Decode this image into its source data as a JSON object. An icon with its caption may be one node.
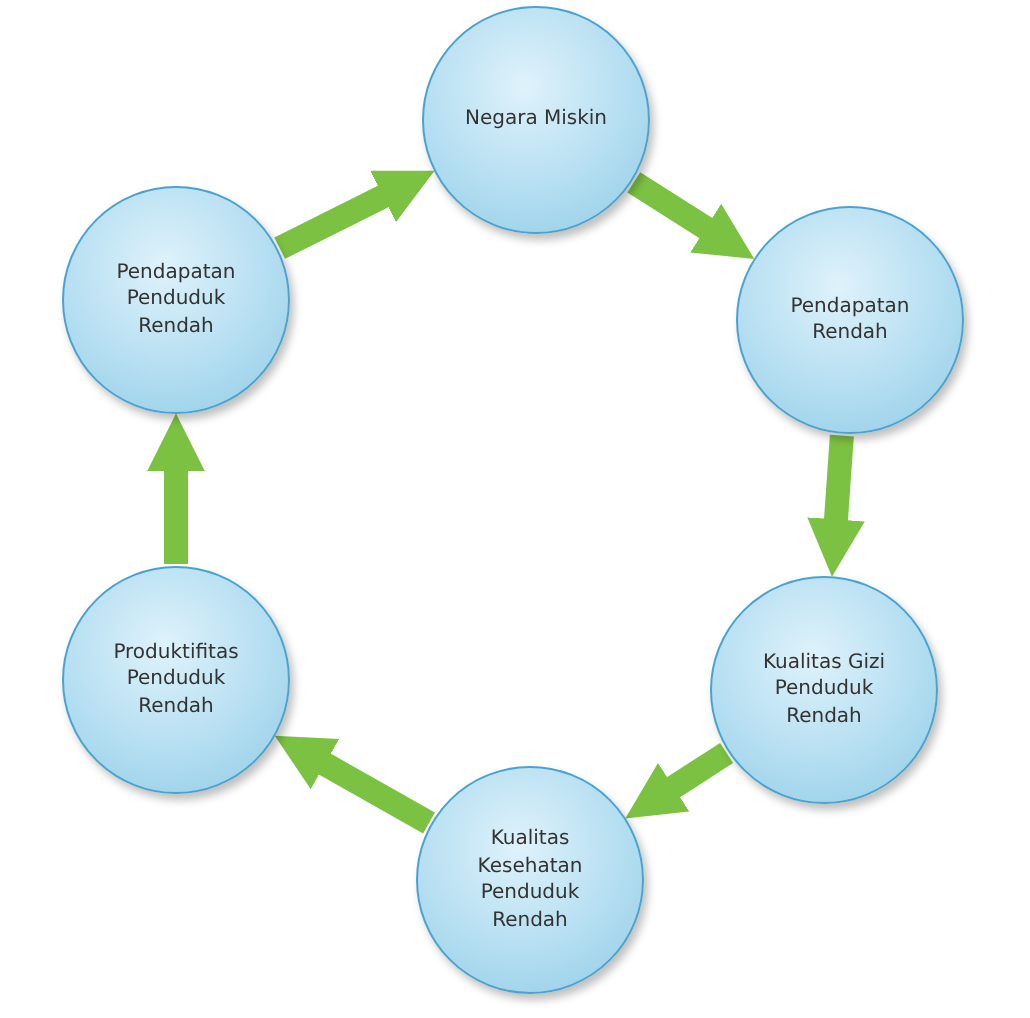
{
  "diagram": {
    "nodes": [
      {
        "text": [
          "Negara Miskin"
        ]
      },
      {
        "text": [
          "Pendapatan Rendah"
        ]
      },
      {
        "text": [
          "Kualitas Gizi Penduduk Rendah"
        ]
      },
      {
        "text": [
          "Kualitas Kesehatan Penduduk Rendah"
        ]
      },
      {
        "text": [
          "Produktifitas Penduduk Rendah"
        ]
      },
      {
        "text": [
          "Pendapatan Penduduk Rendah"
        ]
      }
    ],
    "edges": [
      {
        "from": 0,
        "to": 1,
        "arrow": "to"
      },
      {
        "from": 1,
        "to": 2,
        "arrow": "to"
      },
      {
        "from": 2,
        "to": 3,
        "arrow": "to"
      },
      {
        "from": 3,
        "to": 4,
        "arrow": "to"
      },
      {
        "from": 4,
        "to": 5,
        "arrow": "to"
      },
      {
        "from": 5,
        "to": 0,
        "arrow": "to"
      }
    ]
  }
}
